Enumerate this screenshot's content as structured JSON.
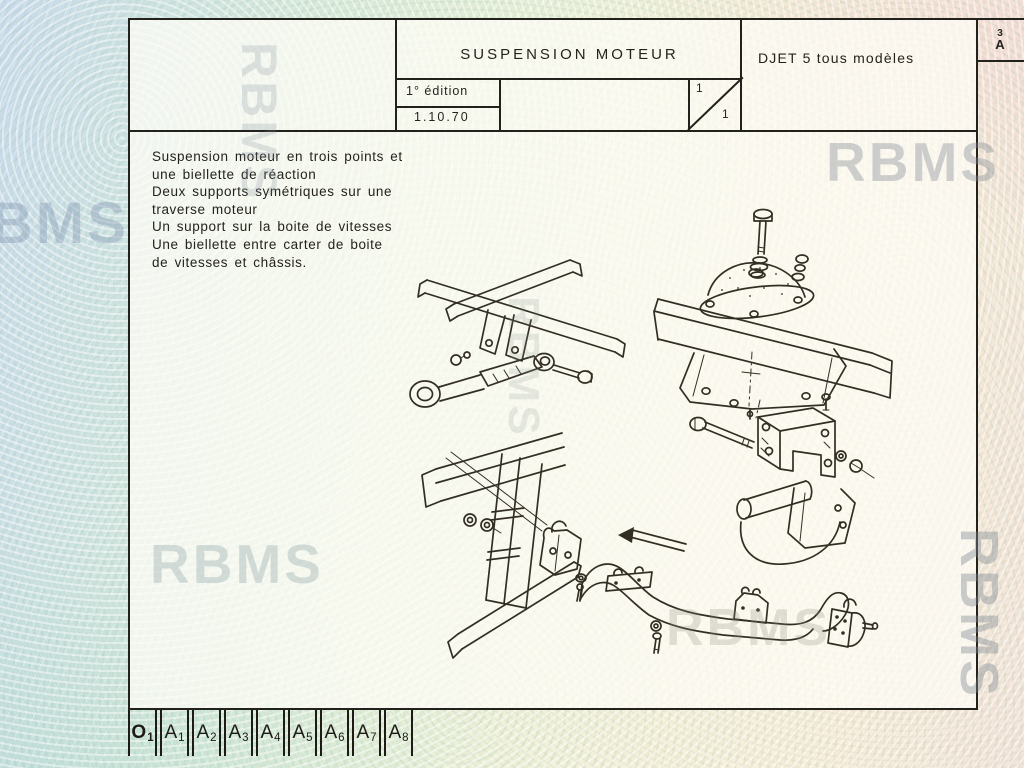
{
  "header": {
    "title": "SUSPENSION MOTEUR",
    "model": "DJET 5  tous modèles",
    "edition_label": "1° édition",
    "edition_date": "1.10.70",
    "sheet_current": "1",
    "sheet_total": "1",
    "section_top": "3",
    "section_bottom": "A"
  },
  "description": {
    "lines": [
      "Suspension moteur en trois points et",
      "une biellette de réaction",
      "Deux supports symétriques sur une",
      "traverse moteur",
      "Un support sur la boite de vitesses",
      "Une biellette entre carter de boite",
      "de vitesses et châssis."
    ]
  },
  "tabs": [
    {
      "label": "O",
      "sub": "1"
    },
    {
      "label": "A",
      "sub": "1"
    },
    {
      "label": "A",
      "sub": "2"
    },
    {
      "label": "A",
      "sub": "3"
    },
    {
      "label": "A",
      "sub": "4"
    },
    {
      "label": "A",
      "sub": "5"
    },
    {
      "label": "A",
      "sub": "6"
    },
    {
      "label": "A",
      "sub": "7"
    },
    {
      "label": "A",
      "sub": "8"
    }
  ],
  "watermark": {
    "text": "RBMS"
  },
  "colors": {
    "ink": "#26231d",
    "border": "#23211c",
    "paper": "#fdfcf6"
  }
}
